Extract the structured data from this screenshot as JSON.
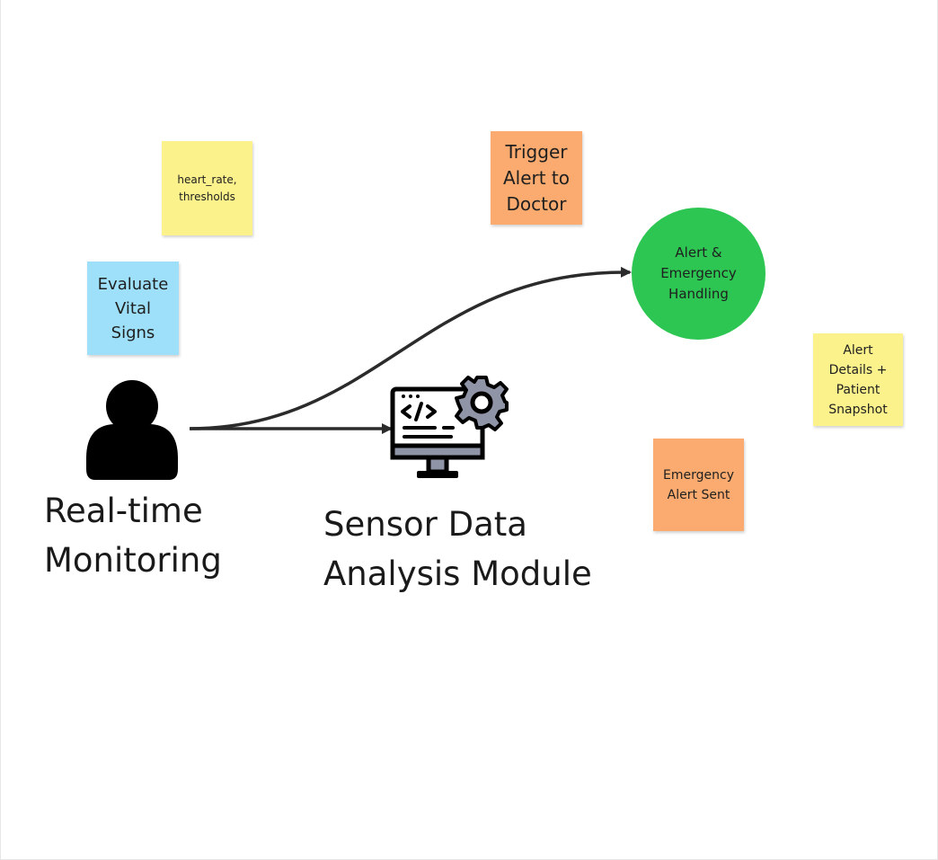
{
  "colors": {
    "sticky_yellow": "#fbf28c",
    "sticky_blue": "#9ee0f9",
    "sticky_orange": "#fbab6f",
    "circle_green": "#2dc653",
    "arrow": "#2b2b2b"
  },
  "stickies": {
    "heart_rate": "heart_rate,\nthresholds",
    "evaluate": "Evaluate\nVital\nSigns",
    "trigger": "Trigger\nAlert to\nDoctor",
    "alert_details": "Alert\nDetails +\nPatient\nSnapshot",
    "emergency_sent": "Emergency\nAlert Sent"
  },
  "nodes": {
    "monitoring": {
      "label": "Real-time\nMonitoring",
      "icon": "person-icon"
    },
    "sensor": {
      "label": "Sensor Data\nAnalysis Module",
      "icon": "computer-settings-icon"
    },
    "alert_handling": {
      "label": "Alert &\nEmergency\nHandling"
    }
  },
  "connectors": [
    {
      "from": "monitoring",
      "to": "sensor",
      "style": "straight-arrow"
    },
    {
      "from": "monitoring",
      "to": "alert_handling",
      "style": "curved-arrow"
    }
  ]
}
